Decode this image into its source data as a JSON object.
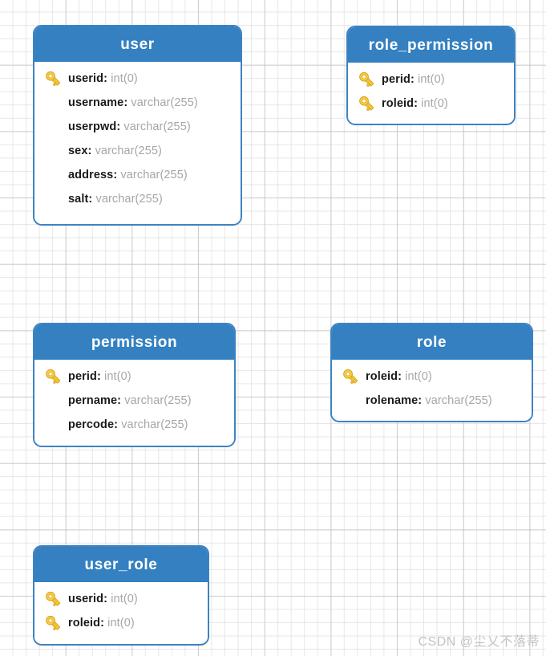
{
  "diagram": {
    "type": "entity-relationship-diagram",
    "background": "grid",
    "entity_header_color": "#3480c0",
    "entity_border_color": "#3e82c4",
    "key_icon_color": "#f2c230",
    "entities": [
      {
        "id": "user",
        "title": "user",
        "attributes": [
          {
            "name": "userid",
            "colon": ":",
            "type": "int(0)",
            "primary_key": true,
            "key_icon": "key-icon"
          },
          {
            "name": "username",
            "colon": ":",
            "type": "varchar(255)",
            "primary_key": false,
            "key_icon": ""
          },
          {
            "name": "userpwd",
            "colon": ":",
            "type": "varchar(255)",
            "primary_key": false,
            "key_icon": ""
          },
          {
            "name": "sex",
            "colon": ":",
            "type": "varchar(255)",
            "primary_key": false,
            "key_icon": ""
          },
          {
            "name": "address",
            "colon": ":",
            "type": "varchar(255)",
            "primary_key": false,
            "key_icon": ""
          },
          {
            "name": "salt",
            "colon": ":",
            "type": "varchar(255)",
            "primary_key": false,
            "key_icon": ""
          }
        ]
      },
      {
        "id": "role_permission",
        "title": "role_permission",
        "attributes": [
          {
            "name": "perid",
            "colon": ":",
            "type": "int(0)",
            "primary_key": true,
            "key_icon": "key-icon"
          },
          {
            "name": "roleid",
            "colon": ":",
            "type": "int(0)",
            "primary_key": true,
            "key_icon": "key-icon"
          }
        ]
      },
      {
        "id": "permission",
        "title": "permission",
        "attributes": [
          {
            "name": "perid",
            "colon": ":",
            "type": "int(0)",
            "primary_key": true,
            "key_icon": "key-icon"
          },
          {
            "name": "pername",
            "colon": ":",
            "type": "varchar(255)",
            "primary_key": false,
            "key_icon": ""
          },
          {
            "name": "percode",
            "colon": ":",
            "type": "varchar(255)",
            "primary_key": false,
            "key_icon": ""
          }
        ]
      },
      {
        "id": "role",
        "title": "role",
        "attributes": [
          {
            "name": "roleid",
            "colon": ":",
            "type": "int(0)",
            "primary_key": true,
            "key_icon": "key-icon"
          },
          {
            "name": "rolename",
            "colon": ":",
            "type": "varchar(255)",
            "primary_key": false,
            "key_icon": ""
          }
        ]
      },
      {
        "id": "user_role",
        "title": "user_role",
        "attributes": [
          {
            "name": "userid",
            "colon": ":",
            "type": "int(0)",
            "primary_key": true,
            "key_icon": "key-icon"
          },
          {
            "name": "roleid",
            "colon": ":",
            "type": "int(0)",
            "primary_key": true,
            "key_icon": "key-icon"
          }
        ]
      }
    ]
  },
  "watermark": {
    "text": "CSDN @尘乂不落蒂"
  }
}
